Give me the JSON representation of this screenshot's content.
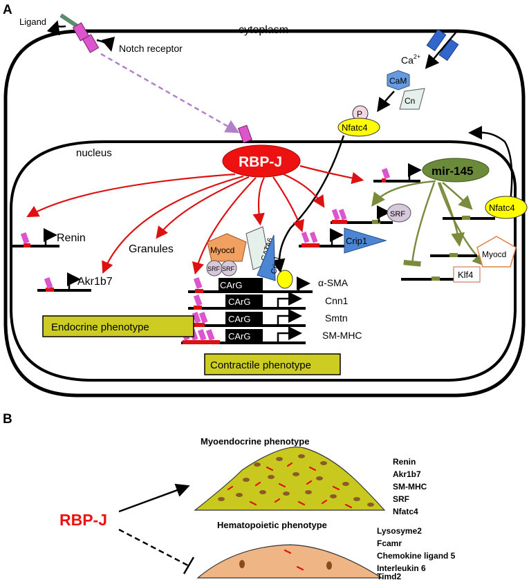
{
  "panel_a": {
    "label": "A",
    "cytoplasm": "cytoplasm",
    "nucleus": "nucleus",
    "ligand": "Ligand",
    "notch_receptor": "Notch receptor",
    "calcium_base": "Ca",
    "calcium_charge": "2+",
    "cam": "CaM",
    "cn": "Cn",
    "p": "P",
    "nfatc4": "Nfatc4",
    "rbpj": "RBP-J",
    "mir145": "mir-145",
    "srf": "SRF",
    "crip1": "Crip1",
    "myocd": "Myocd",
    "klf4": "Klf4",
    "gata6": "GATA6",
    "srf_short": "SRF",
    "renin": "Renin",
    "akr1b7": "Akr1b7",
    "granules": "Granules",
    "carg": "CArG",
    "targets": [
      "α-SMA",
      "Cnn1",
      "Smtn",
      "SM-MHC"
    ],
    "endocrine_phenotype": "Endocrine phenotype",
    "contractile_phenotype": "Contractile phenotype"
  },
  "panel_b": {
    "label": "B",
    "rbpj": "RBP-J",
    "myoendocrine_title": "Myoendocrine phenotype",
    "myoendocrine_genes": [
      "Renin",
      "Akr1b7",
      "SM-MHC",
      "SRF",
      "Nfatc4"
    ],
    "hematopoietic_title": "Hematopoietic phenotype",
    "hematopoietic_genes": [
      "Lysosyme2",
      "Fcamr",
      "Chemokine ligand 5",
      "Interleukin 6",
      "Timd2"
    ]
  },
  "colors": {
    "red_arrow": "#dd1111",
    "rbpj_fill": "#ee1111",
    "notch_magenta": "#dd55cc",
    "olive": "#7a8c3c",
    "mir145_fill": "#6b8a3a",
    "nfatc4_fill": "#ffff00",
    "phenotype_box": "#cccc22",
    "myoendocrine_fill": "#c8c81e",
    "hematopoietic_fill": "#f0b585",
    "crip1_fill": "#4a86d4",
    "myocd_fill": "#f0a060",
    "cam_fill": "#6699dd",
    "srf_fill": "#d8c8dc"
  }
}
